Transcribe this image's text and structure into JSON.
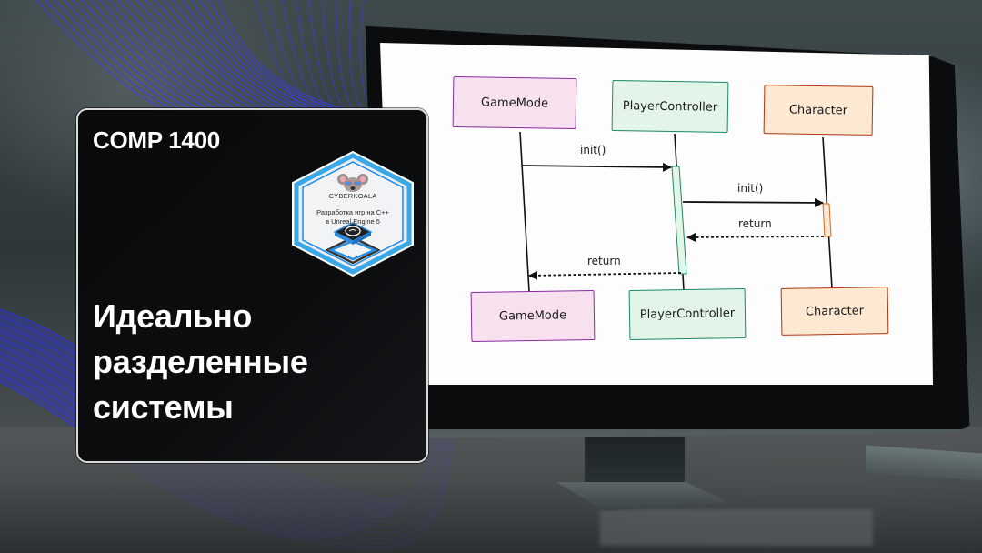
{
  "card": {
    "course_code": "COMP 1400",
    "title_lines": [
      "Идеально",
      "разделенные",
      "системы"
    ],
    "badge": {
      "brand": "CYBERKOALA",
      "course_line1": "Разработка игр на C++",
      "course_line2": "в Unreal Engine 5",
      "mascot_icon": "koala-with-glasses-icon",
      "engine_icon": "unreal-engine-logo-icon",
      "colors": {
        "outer": "#3aa7e6",
        "inner": "#e9ecef",
        "accent": "#1e88e5"
      }
    }
  },
  "diagram": {
    "type": "sequence-diagram",
    "participants": [
      {
        "id": "gm",
        "label": "GameMode",
        "fill": "#f7e1ef",
        "stroke": "#8a2aa3"
      },
      {
        "id": "pc",
        "label": "PlayerController",
        "fill": "#e3f4e8",
        "stroke": "#1a8a66"
      },
      {
        "id": "ch",
        "label": "Character",
        "fill": "#fde8d2",
        "stroke": "#b2350f"
      }
    ],
    "messages": [
      {
        "from": "GameMode",
        "to": "PlayerController",
        "label": "init()",
        "style": "solid"
      },
      {
        "from": "PlayerController",
        "to": "Character",
        "label": "init()",
        "style": "solid"
      },
      {
        "from": "Character",
        "to": "PlayerController",
        "label": "return",
        "style": "dashed"
      },
      {
        "from": "PlayerController",
        "to": "GameMode",
        "label": "return",
        "style": "dashed"
      }
    ]
  },
  "scene": {
    "background": "blurred desk with monitor",
    "accent_color": "#3b3fe0"
  }
}
